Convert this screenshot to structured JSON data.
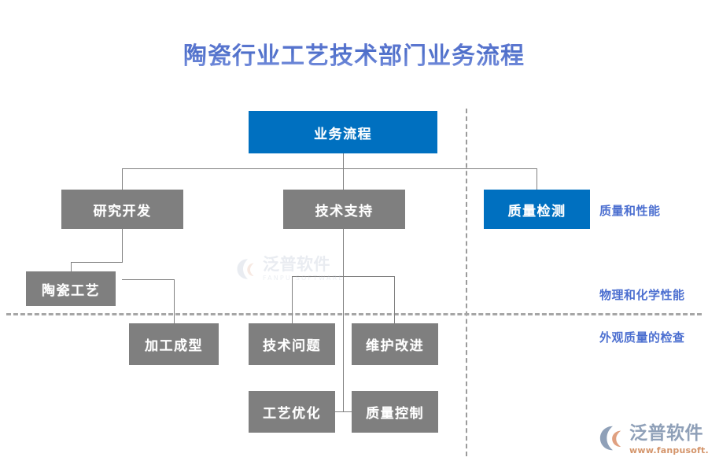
{
  "page": {
    "title": "陶瓷行业工艺技术部门业务流程",
    "background": "#ffffff",
    "accent_blue": "#0070C0",
    "node_gray": "#7F7F7F",
    "title_color": "#5B73CE",
    "annotation_color": "#4C6FD0",
    "connector_color": "#808080"
  },
  "nodes": {
    "root": {
      "label": "业务流程",
      "style": "blue"
    },
    "level1": [
      {
        "label": "研究开发",
        "style": "gray"
      },
      {
        "label": "技术支持",
        "style": "gray"
      },
      {
        "label": "质量检测",
        "style": "blue"
      }
    ],
    "level2": [
      {
        "label": "陶瓷工艺",
        "style": "gray"
      },
      {
        "label": "加工成型",
        "style": "gray"
      },
      {
        "label": "技术问题",
        "style": "gray"
      },
      {
        "label": "维护改进",
        "style": "gray"
      }
    ],
    "level3": [
      {
        "label": "工艺优化",
        "style": "gray"
      },
      {
        "label": "质量控制",
        "style": "gray"
      }
    ]
  },
  "annotations": [
    {
      "label": "质量和性能"
    },
    {
      "label": "物理和化学性能"
    },
    {
      "label": "外观质量的检查"
    }
  ],
  "watermark": {
    "cn": "泛普软件",
    "en": "FANPU SOFTWARE"
  },
  "logo": {
    "cn": "泛普软件",
    "url": "www.fanpusoft.com"
  }
}
